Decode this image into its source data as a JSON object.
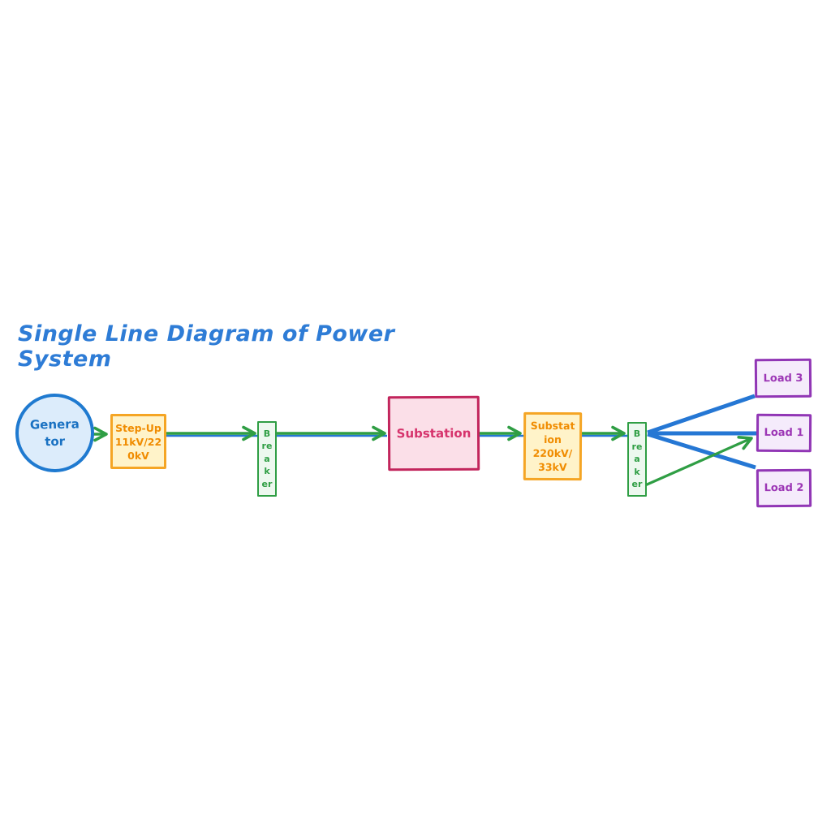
{
  "title": "Single Line Diagram of Power System",
  "nodes": {
    "generator": {
      "label": "Generator",
      "lines": [
        "Genera",
        "tor"
      ]
    },
    "stepup_transformer": {
      "label": "Step-Up 11kV/220kV",
      "lines": [
        "Step-Up",
        "11kV/22",
        "0kV"
      ]
    },
    "breaker1": {
      "label": "Breaker",
      "lines": [
        "B",
        "re",
        "a",
        "k",
        "er"
      ]
    },
    "substation": {
      "label": "Substation",
      "lines": [
        "Substation"
      ]
    },
    "substation_220_33": {
      "label": "Substation 220kV/33kV",
      "lines": [
        "Substat",
        "ion",
        "220kV/",
        "33kV"
      ]
    },
    "breaker2": {
      "label": "Breaker",
      "lines": [
        "B",
        "re",
        "a",
        "k",
        "er"
      ]
    },
    "load3": {
      "label": "Load 3",
      "lines": [
        "Load 3"
      ]
    },
    "load1": {
      "label": "Load 1",
      "lines": [
        "Load 1"
      ]
    },
    "load2": {
      "label": "Load 2",
      "lines": [
        "Load 2"
      ]
    }
  },
  "colors": {
    "title_text": "#2e7cd6",
    "generator_stroke": "#1f7ad0",
    "generator_fill": "#dcecfb",
    "generator_text": "#1971c2",
    "transformer_border": "#f5a524",
    "transformer_fill": "#fff3c9",
    "transformer_text": "#f08c00",
    "breaker_border": "#2f9e44",
    "breaker_fill": "#edf8ef",
    "substation_border": "#c2255c",
    "substation_fill": "#fbdfe8",
    "substation_text": "#d6336c",
    "load_border": "#9136b5",
    "load_fill": "#f5ebfb",
    "load_text": "#9c36b5",
    "green_connector": "#2f9e44",
    "blue_wire": "#2577d4"
  }
}
